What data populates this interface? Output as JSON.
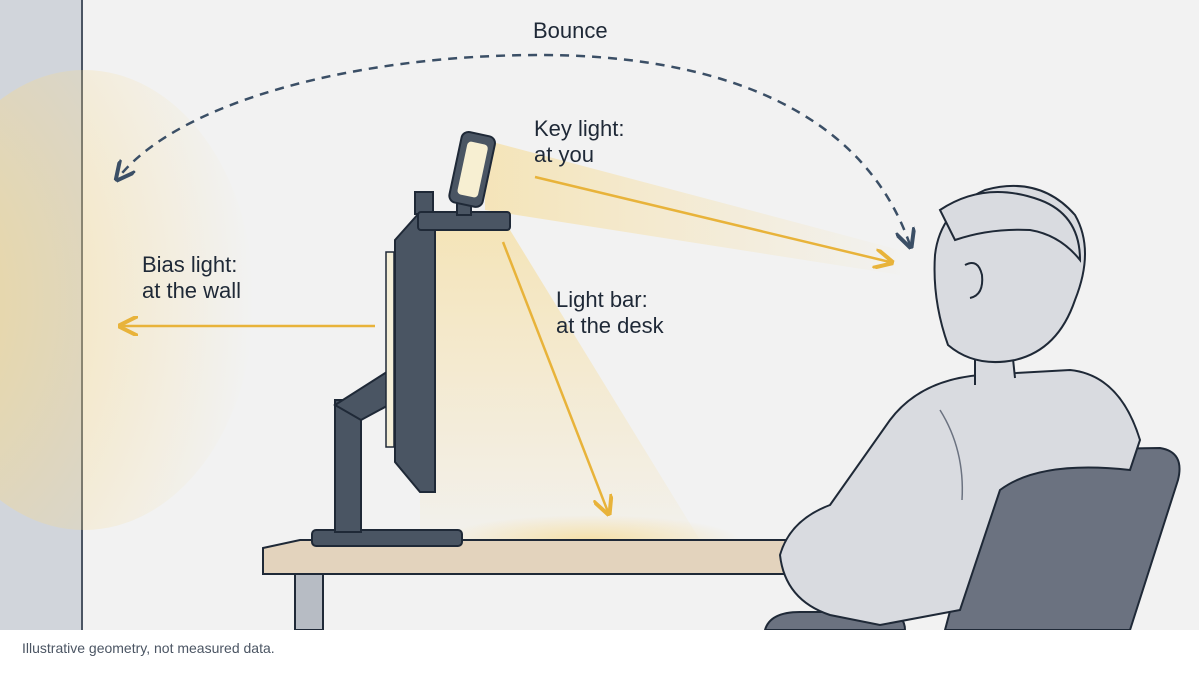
{
  "labels": {
    "bounce": "Bounce",
    "key_light_title": "Key light:",
    "key_light_sub": "at you",
    "bias_light_title": "Bias light:",
    "bias_light_sub": "at the wall",
    "light_bar_title": "Light bar:",
    "light_bar_sub": "at the desk"
  },
  "caption": "Illustrative geometry, not measured data.",
  "colors": {
    "background": "#f2f2f2",
    "wall": "#d1d5db",
    "warm_light": "#e8b33a",
    "bounce_arrow": "#3b4f66",
    "monitor": "#4a5563",
    "outline": "#1f2937",
    "person": "#d9dbe0",
    "desk_top": "#e3d3bd"
  }
}
